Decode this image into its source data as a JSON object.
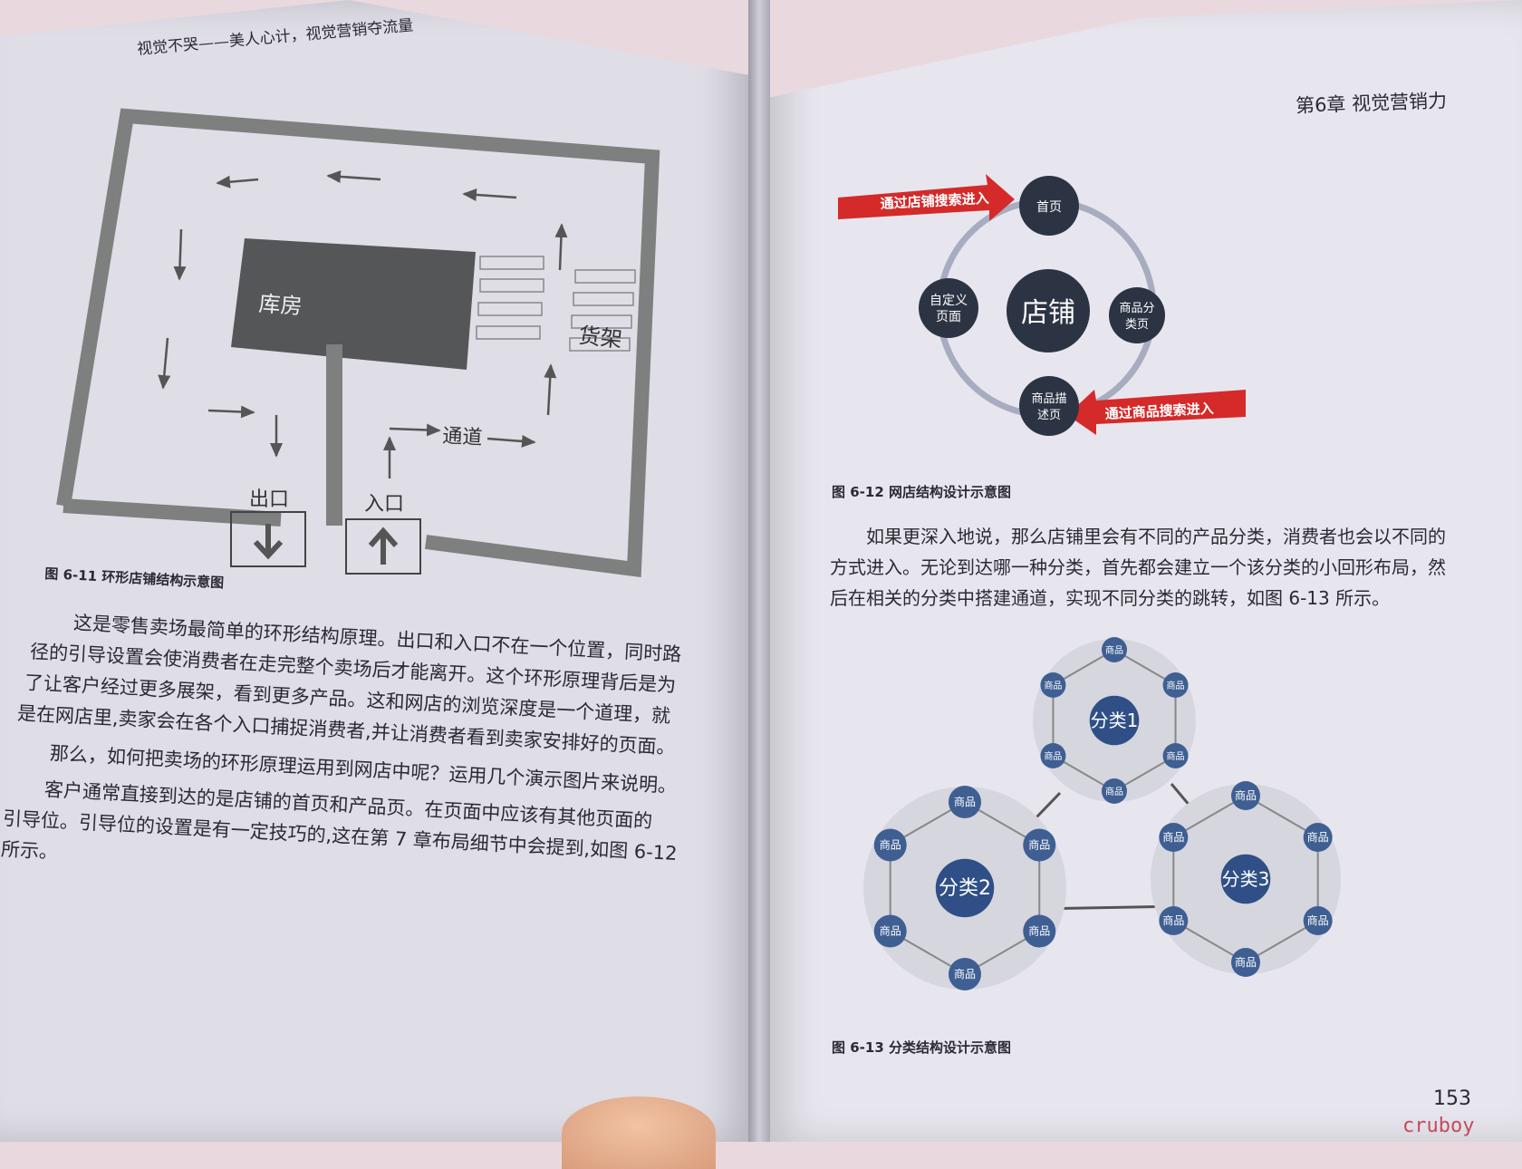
{
  "left_page": {
    "running_head": "视觉不哭——美人心计，视觉营销夺流量",
    "figure_6_11": {
      "labels": {
        "storeroom": "库房",
        "shelf": "货架",
        "aisle": "通道",
        "exit": "出口",
        "entrance": "入口"
      },
      "caption": "图 6-11  环形店铺结构示意图"
    },
    "paragraphs": [
      "　　这是零售卖场最简单的环形结构原理。出口和入口不在一个位置，同时路",
      "径的引导设置会使消费者在走完整个卖场后才能离开。这个环形原理背后是为",
      "了让客户经过更多展架，看到更多产品。这和网店的浏览深度是一个道理，就",
      "是在网店里,卖家会在各个入口捕捉消费者,并让消费者看到卖家安排好的页面。",
      "　　那么，如何把卖场的环形原理运用到网店中呢？运用几个演示图片来说明。",
      "　　客户通常直接到达的是店铺的首页和产品页。在页面中应该有其他页面的",
      "引导位。引导位的设置是有一定技巧的,这在第 7 章布局细节中会提到,如图 6-12",
      "所示。"
    ]
  },
  "right_page": {
    "running_head": "第6章  视觉营销力",
    "figure_6_12": {
      "center": "店铺",
      "nodes": {
        "home": "首页",
        "category_l1": "商品分",
        "category_l2": "类页",
        "desc_l1": "商品描",
        "desc_l2": "述页",
        "custom_l1": "自定义",
        "custom_l2": "页面"
      },
      "arrow_top": "通过店铺搜索进入",
      "arrow_bottom": "通过商品搜索进入",
      "caption": "图 6-12  网店结构设计示意图"
    },
    "paragraphs": [
      "　　如果更深入地说，那么店铺里会有不同的产品分类，消费者也会以不同的",
      "方式进入。无论到达哪一种分类，首先都会建立一个该分类的小回形布局，然",
      "后在相关的分类中搭建通道，实现不同分类的跳转，如图 6-13 所示。"
    ],
    "figure_6_13": {
      "clusters": [
        "分类1",
        "分类2",
        "分类3"
      ],
      "item_label": "商品",
      "caption": "图 6-13  分类结构设计示意图"
    },
    "page_number": "153"
  },
  "watermark": "cruboy",
  "colors": {
    "dark_node": "#2c3444",
    "blue_node": "#3f5f93",
    "red_arrow": "#d42a2a",
    "diagram_gray": "#7e807f"
  }
}
